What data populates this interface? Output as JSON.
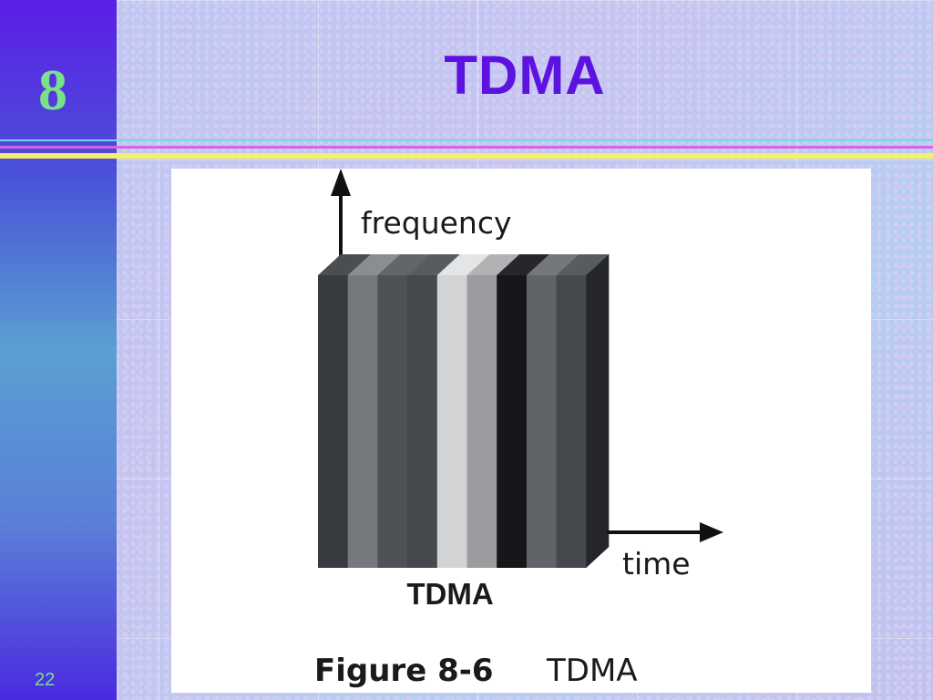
{
  "slide": {
    "number": "8",
    "title": "TDMA",
    "page": "22"
  },
  "figure": {
    "y_axis_label": "frequency",
    "x_axis_label": "time",
    "block_label": "TDMA",
    "caption_number": "Figure 8-6",
    "caption_text": "TDMA",
    "slots": [
      {
        "front": "#373a3e",
        "top": "#4a4d52",
        "side": "#26282b"
      },
      {
        "front": "#75787c",
        "top": "#8a8d91",
        "side": "#5c5f63"
      },
      {
        "front": "#4e5156",
        "top": "#62656a",
        "side": "#3b3e42"
      },
      {
        "front": "#45484c",
        "top": "#585b60",
        "side": "#333539"
      },
      {
        "front": "#d2d3d5",
        "top": "#e4e5e6",
        "side": "#b5b6b8"
      },
      {
        "front": "#9a9c9f",
        "top": "#b0b2b4",
        "side": "#7f8184"
      },
      {
        "front": "#16161b",
        "top": "#26262c",
        "side": "#0c0c10"
      },
      {
        "front": "#606367",
        "top": "#74777b",
        "side": "#4b4e52"
      },
      {
        "front": "#45484c",
        "top": "#585b60",
        "side": "#333539"
      }
    ],
    "side_face_color": "#24262a"
  }
}
